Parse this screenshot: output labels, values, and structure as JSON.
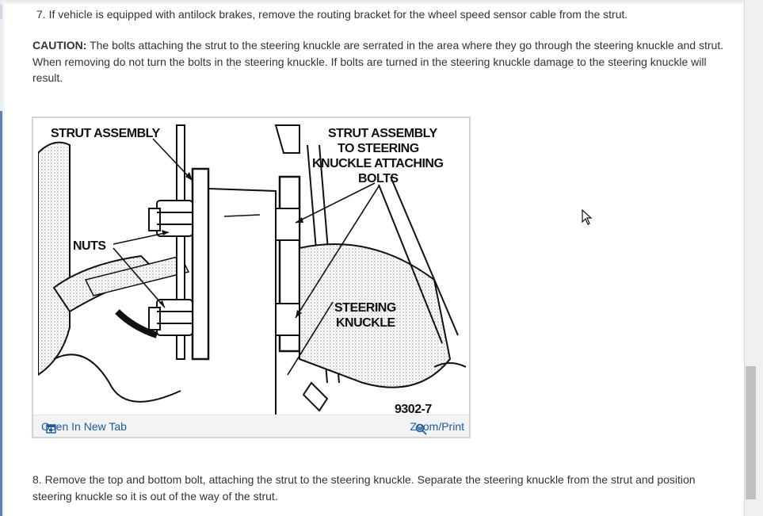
{
  "steps": {
    "step7": "7. If vehicle is equipped with antilock brakes, remove the routing bracket for the wheel speed sensor cable from the strut.",
    "caution_label": "CAUTION:",
    "caution_text": " The bolts attaching the strut to the steering knuckle are serrated in the area where they go through the steering knuckle and strut. When removing do not turn the bolts in the steering knuckle. If bolts are turned in the steering knuckle damage to the steering knuckle will result.",
    "step8": "8. Remove the top and bottom bolt, attaching the strut to the steering knuckle. Separate the steering knuckle from the strut and position steering knuckle so it is out of the way of the strut."
  },
  "figure": {
    "labels": {
      "strut_assembly": "STRUT ASSEMBLY",
      "nuts": "NUTS",
      "attach_line1": "STRUT ASSEMBLY",
      "attach_line2": "TO STEERING",
      "attach_line3": "KNUCKLE ATTACHING",
      "attach_line4": "BOLTS",
      "knuckle_line1": "STEERING",
      "knuckle_line2": "KNUCKLE",
      "figure_number": "9302-7"
    },
    "open_tab_label": "Open In New Tab",
    "zoom_label": "Zoom/Print"
  },
  "icons": {
    "open_tab": "new-tab-icon",
    "zoom": "magnifier-icon",
    "cursor": "mouse-pointer-icon"
  },
  "colors": {
    "link": "#1f5a9a",
    "text": "#333333",
    "frame_accent": "#5b86b4"
  }
}
